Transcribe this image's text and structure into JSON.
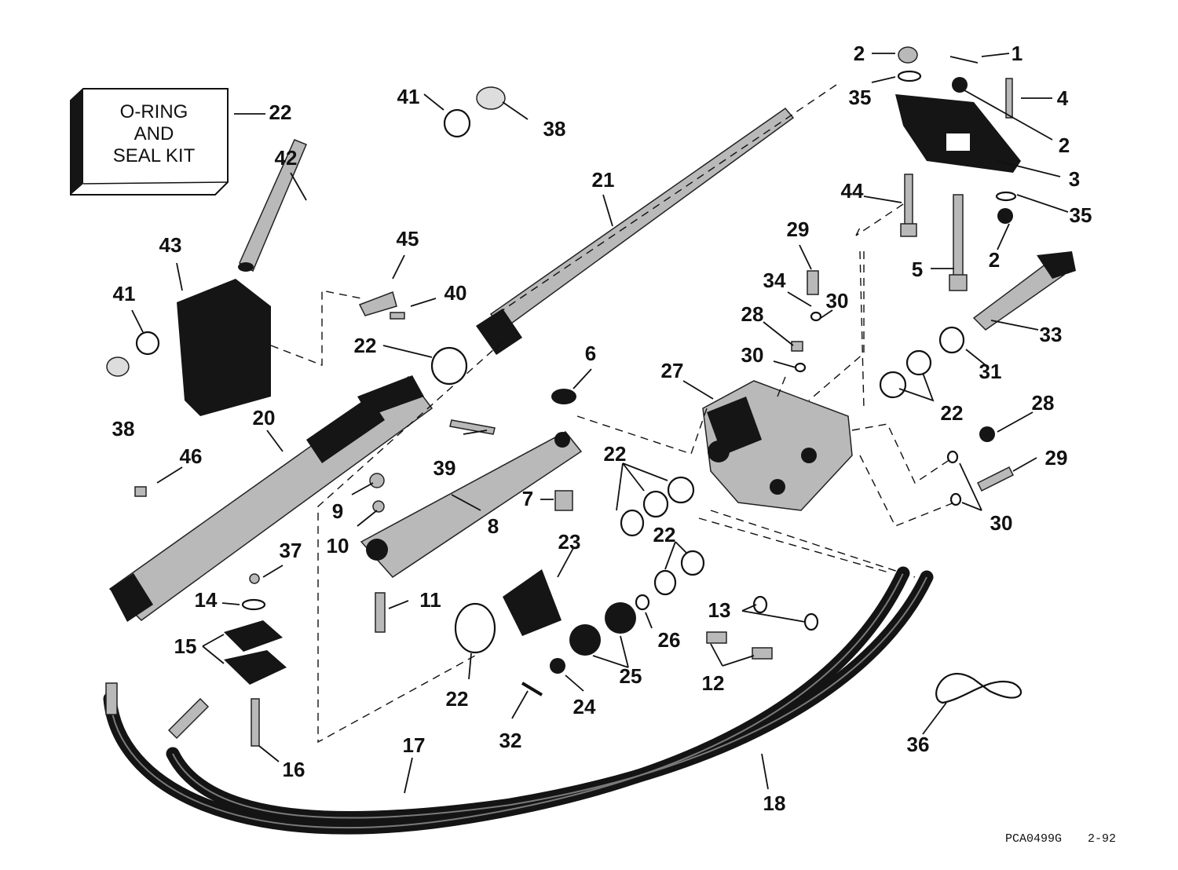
{
  "kit_box": {
    "line1": "O-RING",
    "line2": "AND",
    "line3": "SEAL KIT"
  },
  "image_code": "PCA0499G",
  "image_date": "2-92",
  "callouts": {
    "c1": "1",
    "c2a": "2",
    "c2b": "2",
    "c2c": "2",
    "c3": "3",
    "c4": "4",
    "c5": "5",
    "c6": "6",
    "c7": "7",
    "c8": "8",
    "c9": "9",
    "c10": "10",
    "c11": "11",
    "c12": "12",
    "c13": "13",
    "c14": "14",
    "c15": "15",
    "c16": "16",
    "c17": "17",
    "c18": "18",
    "c20": "20",
    "c21": "21",
    "c22a": "22",
    "c22b": "22",
    "c22c": "22",
    "c22d": "22",
    "c22e": "22",
    "c22f": "22",
    "c23": "23",
    "c24": "24",
    "c25": "25",
    "c26": "26",
    "c27": "27",
    "c28a": "28",
    "c28b": "28",
    "c29a": "29",
    "c29b": "29",
    "c30a": "30",
    "c30b": "30",
    "c30c": "30",
    "c31": "31",
    "c32": "32",
    "c33": "33",
    "c34": "34",
    "c35a": "35",
    "c35b": "35",
    "c36": "36",
    "c37": "37",
    "c38a": "38",
    "c38b": "38",
    "c39": "39",
    "c40": "40",
    "c41a": "41",
    "c41b": "41",
    "c42": "42",
    "c43": "43",
    "c44": "44",
    "c45": "45",
    "c46": "46"
  }
}
